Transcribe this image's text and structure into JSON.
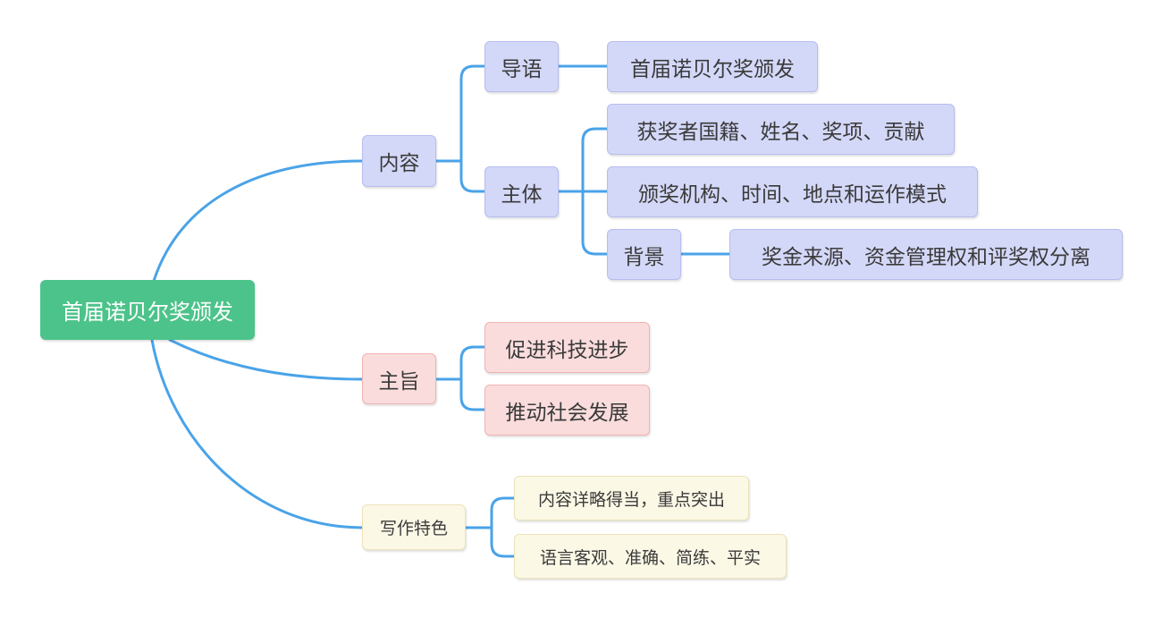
{
  "root": "首届诺贝尔奖颁发",
  "branches": {
    "content": {
      "label": "内容",
      "intro": {
        "label": "导语",
        "child": "首届诺贝尔奖颁发"
      },
      "body": {
        "label": "主体",
        "items": [
          "获奖者国籍、姓名、奖项、贡献",
          "颁奖机构、时间、地点和运作模式"
        ],
        "background": {
          "label": "背景",
          "child": "奖金来源、资金管理权和评奖权分离"
        }
      }
    },
    "theme": {
      "label": "主旨",
      "items": [
        "促进科技进步",
        "推动社会发展"
      ]
    },
    "style": {
      "label": "写作特色",
      "items": [
        "内容详略得当，重点突出",
        "语言客观、准确、简练、平实"
      ]
    }
  },
  "colors": {
    "line": "#4aa3e8",
    "root": "#4cc38a",
    "blue_fill": "#d4d8f8",
    "pink_fill": "#fadcdc",
    "cream_fill": "#fcf8e6"
  }
}
